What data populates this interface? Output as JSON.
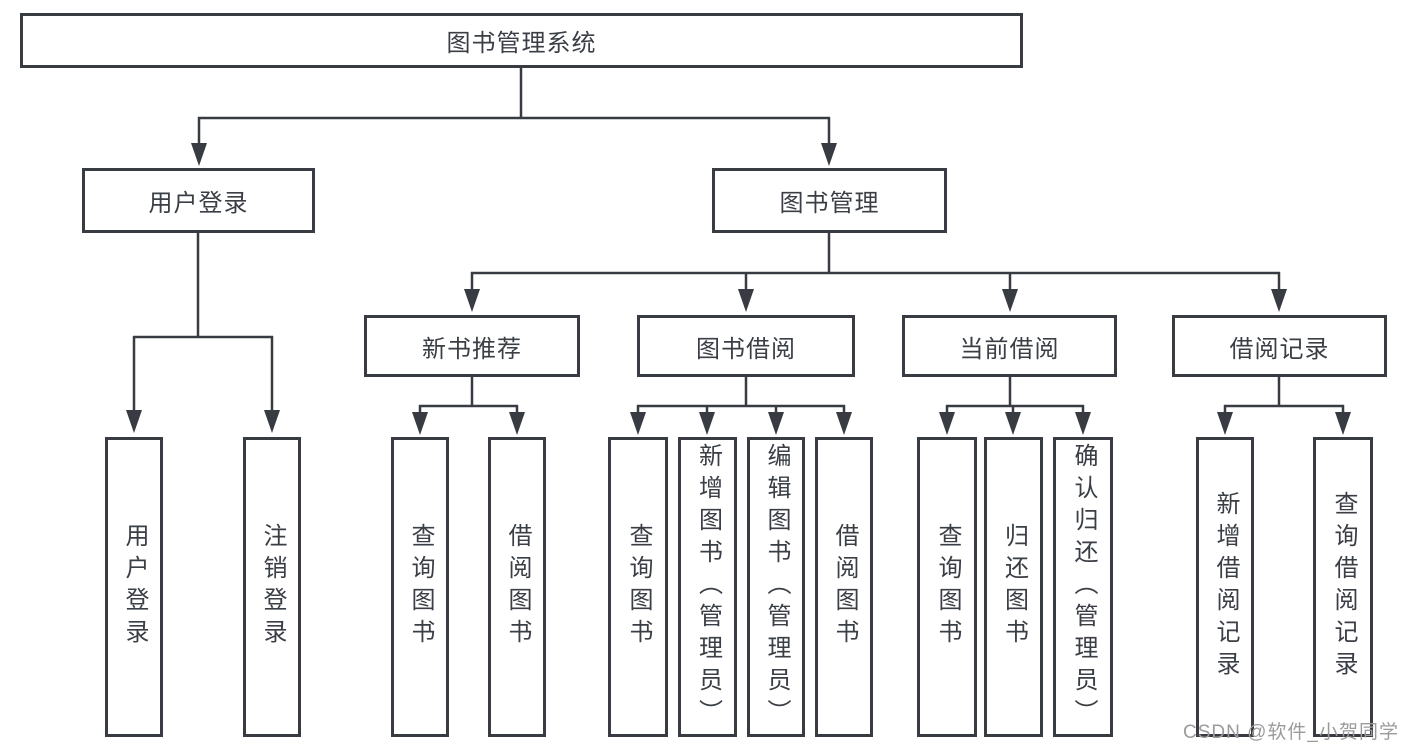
{
  "diagram": {
    "type": "hierarchy-tree",
    "root": {
      "label": "图书管理系统"
    },
    "level2": {
      "user_login": {
        "label": "用户登录"
      },
      "book_mgmt": {
        "label": "图书管理"
      }
    },
    "level3": {
      "new_books": {
        "label": "新书推荐"
      },
      "book_borrow": {
        "label": "图书借阅"
      },
      "current_borrow": {
        "label": "当前借阅"
      },
      "borrow_record": {
        "label": "借阅记录"
      }
    },
    "leaves": {
      "user_login": [
        "用户登录",
        "注销登录"
      ],
      "new_books": [
        "查询图书",
        "借阅图书"
      ],
      "book_borrow": [
        "查询图书",
        "新增图书（管理员）",
        "编辑图书（管理员）",
        "借阅图书"
      ],
      "current_borrow": [
        "查询图书",
        "归还图书",
        "确认归还（管理员）"
      ],
      "borrow_record": [
        "新增借阅记录",
        "查询借阅记录"
      ]
    }
  },
  "watermark": {
    "text": "CSDN @软件_小贺同学"
  },
  "colors": {
    "line": "#383b41",
    "text": "#3a3e45",
    "watermark": "#9b9b9b",
    "background": "#ffffff"
  }
}
